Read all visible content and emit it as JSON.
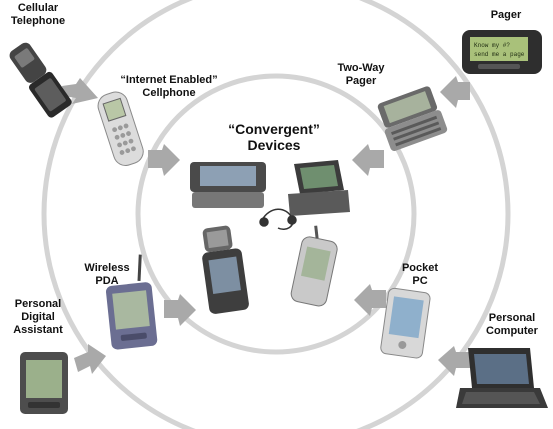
{
  "center": {
    "line1": "“Convergent”",
    "line2": "Devices"
  },
  "labels": {
    "cellular_telephone": [
      "Cellular",
      "Telephone"
    ],
    "internet_cellphone": [
      "“Internet Enabled”",
      "Cellphone"
    ],
    "two_way_pager": [
      "Two-Way",
      "Pager"
    ],
    "pager": [
      "Pager"
    ],
    "wireless_pda": [
      "Wireless",
      "PDA"
    ],
    "pocket_pc": [
      "Pocket",
      "PC"
    ],
    "personal_digital_assistant": [
      "Personal",
      "Digital",
      "Assistant"
    ],
    "personal_computer": [
      "Personal",
      "Computer"
    ]
  },
  "pager_screen": [
    "Know my #?",
    "send me a page"
  ],
  "colors": {
    "ring": "#d4d4d4",
    "arrow": "#a9a9a9",
    "text": "#111111"
  }
}
